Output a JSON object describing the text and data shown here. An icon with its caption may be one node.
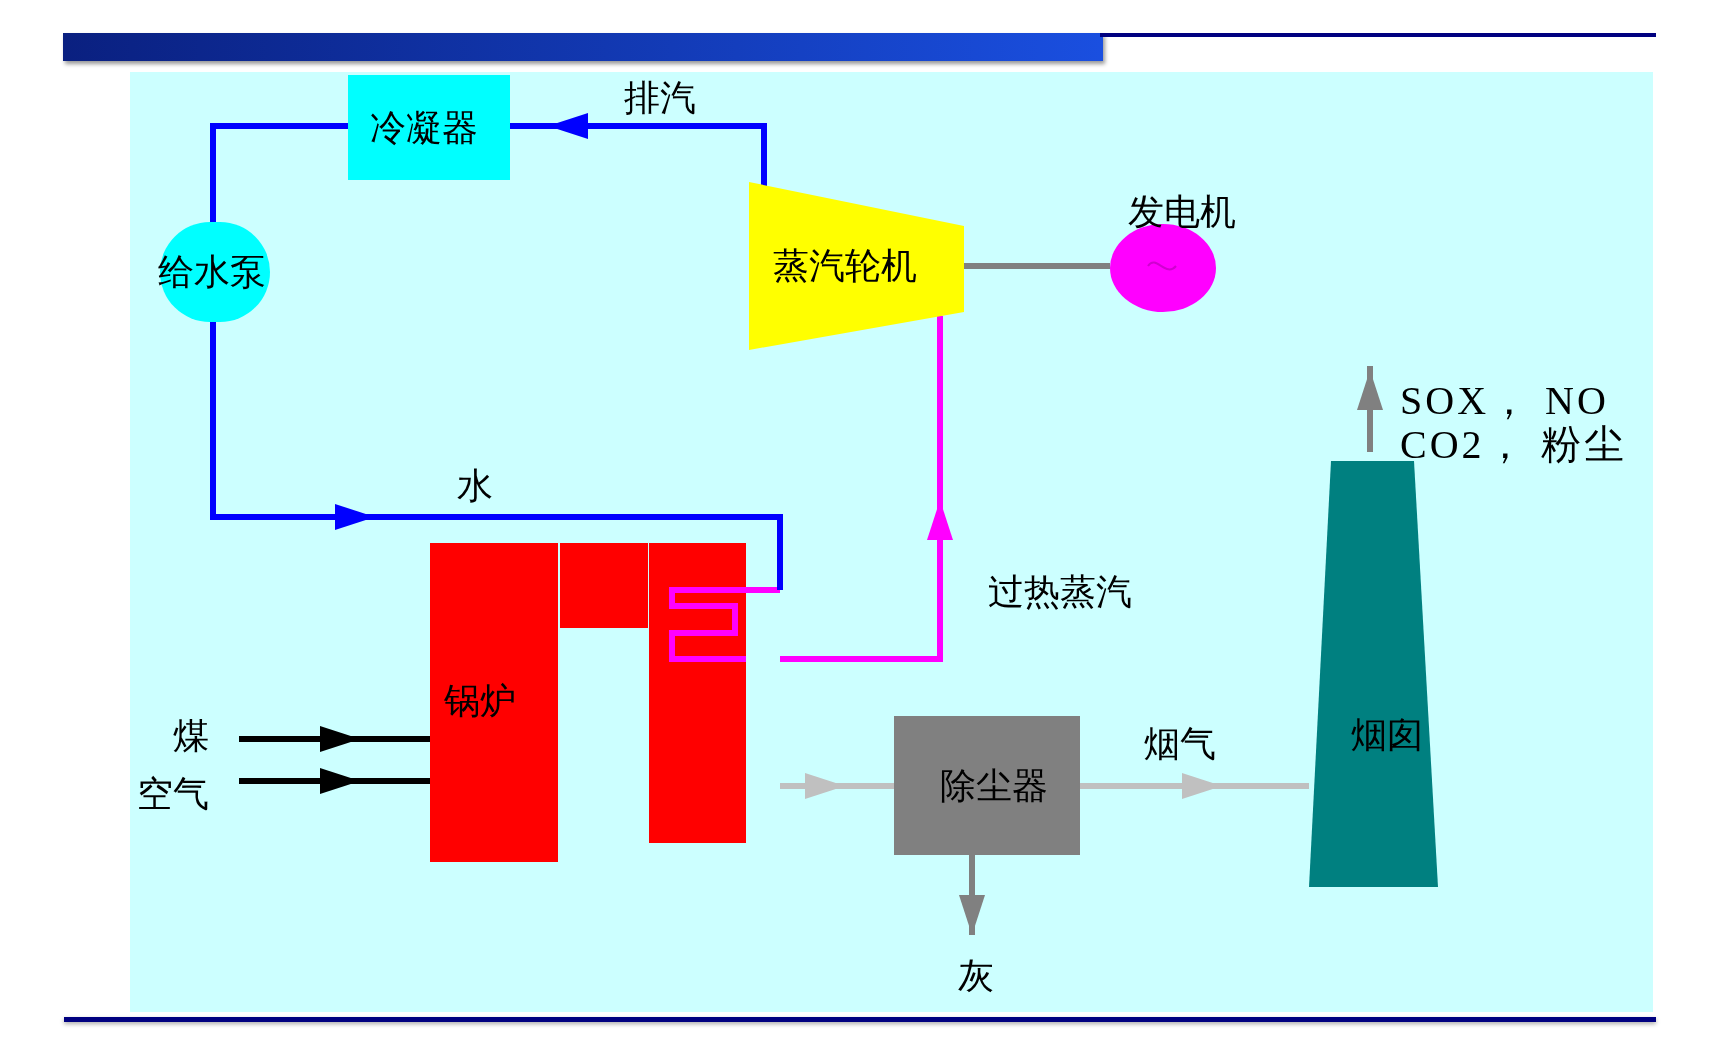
{
  "diagram": {
    "nodes": [
      {
        "text": [
          "冷凝器"
        ]
      },
      {
        "text": [
          "给水泵"
        ]
      },
      {
        "text": [
          "蒸汽轮机"
        ]
      },
      {
        "text": [
          "发电机"
        ]
      },
      {
        "text": [
          "锅炉"
        ]
      },
      {
        "text": [
          "煤"
        ]
      },
      {
        "text": [
          "空气"
        ]
      },
      {
        "text": [
          "除尘器"
        ]
      },
      {
        "text": [
          "烟囱"
        ]
      },
      {
        "text": [
          "灰"
        ]
      },
      {
        "text": [
          "SOX， NO",
          "CO2， 粉尘"
        ]
      }
    ],
    "edges": [
      {
        "from": 2,
        "to": 0,
        "arrow": "to",
        "label": "排汽"
      },
      {
        "from": 0,
        "to": 1,
        "arrow": "none"
      },
      {
        "from": 1,
        "to": 4,
        "arrow": "to",
        "label": "水"
      },
      {
        "from": 4,
        "to": 2,
        "arrow": "to",
        "label": "过热蒸汽",
        "color": "#ff00ff"
      },
      {
        "from": 2,
        "to": 3,
        "arrow": "none",
        "color": "#808080"
      },
      {
        "from": 5,
        "to": 4,
        "arrow": "to",
        "color": "#000000"
      },
      {
        "from": 6,
        "to": 4,
        "arrow": "to",
        "color": "#000000"
      },
      {
        "from": 4,
        "to": 7,
        "arrow": "to",
        "color": "#c0c0c0"
      },
      {
        "from": 7,
        "to": 8,
        "arrow": "to",
        "label": "烟气",
        "color": "#c0c0c0"
      },
      {
        "from": 7,
        "to": 9,
        "arrow": "to",
        "color": "#808080"
      },
      {
        "from": 8,
        "to": 10,
        "arrow": "to",
        "color": "#808080"
      }
    ]
  }
}
